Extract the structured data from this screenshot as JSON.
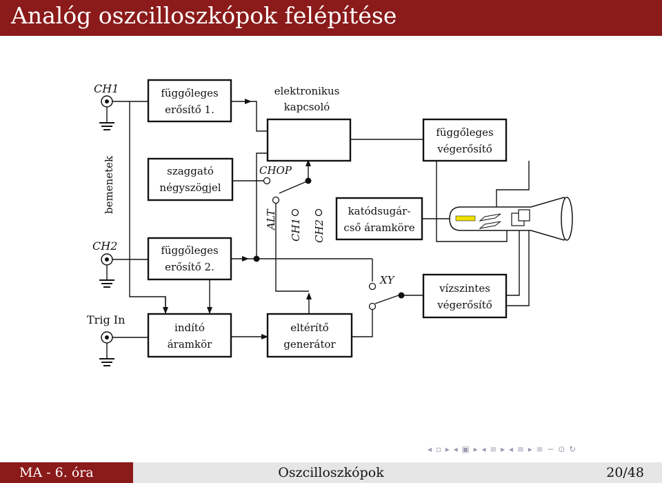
{
  "header": {
    "title": "Analóg oszcilloszkópok felépítése"
  },
  "diagram": {
    "inputs": {
      "ch1": "CH1",
      "ch2": "CH2",
      "trig": "Trig In",
      "group": "bemenetek"
    },
    "blocks": {
      "amp1": [
        "függőleges",
        "erősítő 1."
      ],
      "amp2": [
        "függőleges",
        "erősítő 2."
      ],
      "chopper": [
        "szaggató",
        "négyszögjel"
      ],
      "switch_label": [
        "elektronikus",
        "kapcsoló"
      ],
      "vert_final": [
        "függőleges",
        "végerősítő"
      ],
      "crt_circuit": [
        "katódsugár-",
        "cső áramköre"
      ],
      "trigger": [
        "indító",
        "áramkör"
      ],
      "sweep": [
        "eltérítő",
        "generátor"
      ],
      "horiz_final": [
        "vízszintes",
        "végerősítő"
      ]
    },
    "modes": {
      "chop": "CHOP",
      "alt": "ALT",
      "ch1": "CH1",
      "ch2": "CH2",
      "xy": "XY"
    }
  },
  "footer": {
    "left": "MA - 6. óra",
    "center": "Oszcilloszkópok",
    "page": "20/48"
  },
  "nav": {
    "symbols": "◂ ▫ ▸ ◂ ▣ ▸ ◂ ≡ ▸ ◂ ≡ ▸ ≡ ∽ ⊙ ↻"
  },
  "colors": {
    "accent": "#8b1a1a",
    "footer_bg": "#e6e6e6",
    "beam": "#f0e000"
  }
}
